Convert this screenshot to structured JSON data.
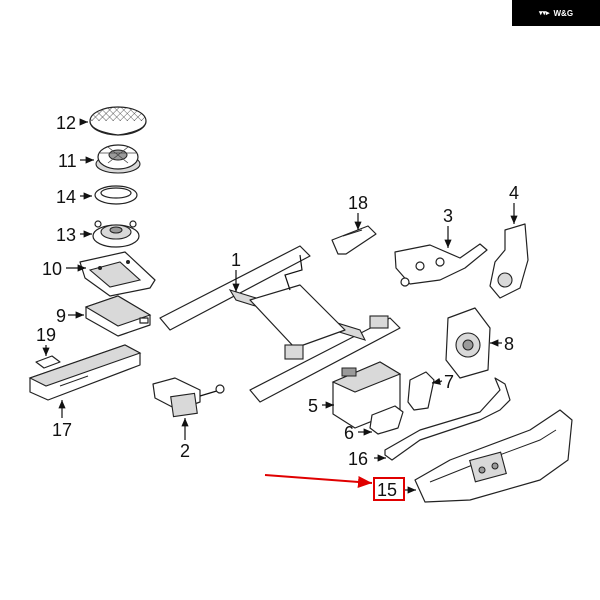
{
  "brand": {
    "text": "W&G",
    "mark": "▾▾▸"
  },
  "callouts": {
    "c1": "1",
    "c2": "2",
    "c3": "3",
    "c4": "4",
    "c5": "5",
    "c6": "6",
    "c7": "7",
    "c8": "8",
    "c9": "9",
    "c10": "10",
    "c11": "11",
    "c12": "12",
    "c13": "13",
    "c14": "14",
    "c15": "15",
    "c16": "16",
    "c17": "17",
    "c18": "18",
    "c19": "19"
  },
  "highlight": {
    "color": "#e00000",
    "target": "15"
  }
}
